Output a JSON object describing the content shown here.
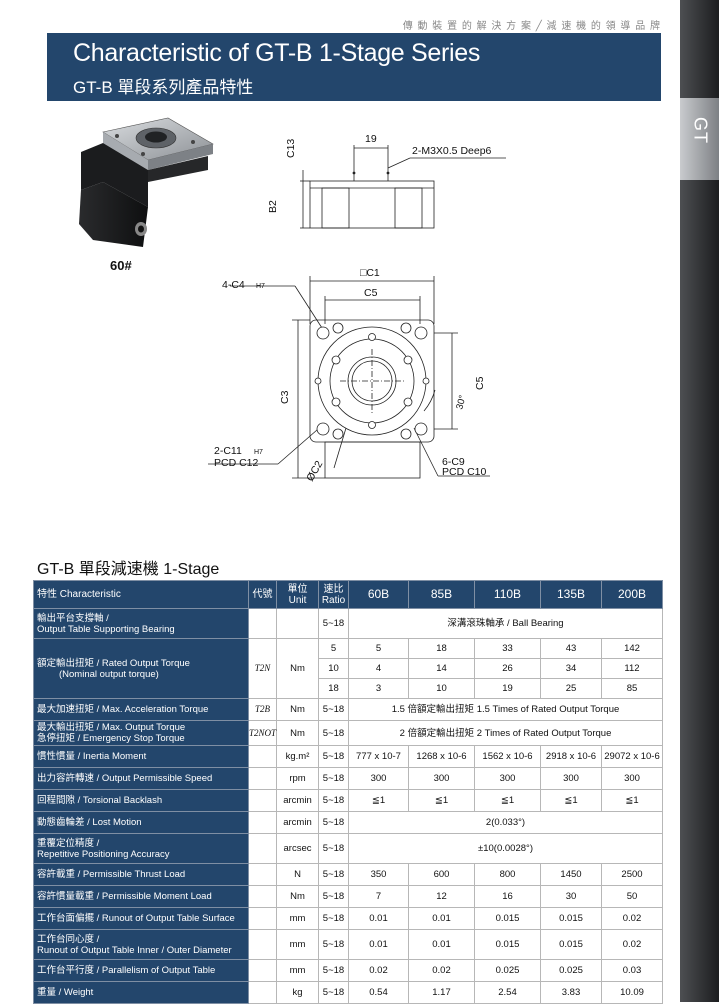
{
  "tagline": "傳 動 裝 置 的 解 決 方 案 ╱ 減 速 機 的 領 導 品 牌",
  "banner": {
    "title_en": "Characteristic of GT-B 1-Stage Series",
    "title_zh": "GT-B 單段系列產品特性"
  },
  "side_tab": "GT",
  "product_label": "60#",
  "drawing": {
    "dim_c13": "C13",
    "dim_19": "19",
    "thread": "2-M3X0.5 Deep6",
    "dim_b2": "B2",
    "c1": "□C1",
    "c4": "4-C4",
    "c4_tol": "H7",
    "c5_top": "C5",
    "c5_side": "C5",
    "c3": "C3",
    "angle": "30°",
    "c11": "2-C11",
    "c11_tol": "H7",
    "pcd_c12": "PCD C12",
    "c2": "ØC2",
    "c9": "6-C9",
    "pcd_c10": "PCD C10"
  },
  "section_title": "GT-B 單段減速機 1-Stage",
  "table": {
    "header": {
      "characteristic": "特性 Characteristic",
      "code": "代號",
      "unit_zh": "單位",
      "unit_en": "Unit",
      "ratio_zh": "速比",
      "ratio_en": "Ratio",
      "models": [
        "60B",
        "85B",
        "110B",
        "135B",
        "200B"
      ]
    },
    "rows": {
      "bearing": {
        "label1": "輸出平台支撐軸 /",
        "label2": "Output Table Supporting Bearing",
        "ratio": "5~18",
        "value": "深溝滾珠軸承 / Ball Bearing"
      },
      "torque": {
        "label1": "額定輸出扭矩 / Rated Output Torque",
        "label2": "(Nominal output torque)",
        "code": "T2N",
        "unit": "Nm",
        "sub": [
          {
            "ratio": "5",
            "values": [
              "5",
              "18",
              "33",
              "43",
              "142"
            ]
          },
          {
            "ratio": "10",
            "values": [
              "4",
              "14",
              "26",
              "34",
              "112"
            ]
          },
          {
            "ratio": "18",
            "values": [
              "3",
              "10",
              "19",
              "25",
              "85"
            ]
          }
        ]
      },
      "accel": {
        "label": "最大加速扭矩 / Max. Acceleration Torque",
        "code": "T2B",
        "unit": "Nm",
        "ratio": "5~18",
        "value": "1.5 倍額定輸出扭矩  1.5 Times of Rated Output Torque"
      },
      "emerg": {
        "label1": "最大輸出扭矩 / Max. Output Torque",
        "label2": "急停扭矩 / Emergency Stop Torque",
        "code": "T2NOT",
        "unit": "Nm",
        "ratio": "5~18",
        "value": "2 倍額定輸出扭矩  2 Times of Rated Output Torque"
      },
      "inertia": {
        "label": "慣性慣量 / Inertia Moment",
        "unit": "kg.m²",
        "ratio": "5~18",
        "values": [
          "777 x 10-7",
          "1268 x 10-6",
          "1562 x 10-6",
          "2918 x 10-6",
          "29072 x 10-6"
        ]
      },
      "speed": {
        "label": "出力容許轉速 / Output Permissible Speed",
        "unit": "rpm",
        "ratio": "5~18",
        "values": [
          "300",
          "300",
          "300",
          "300",
          "300"
        ]
      },
      "backlash": {
        "label": "回程間隙 / Torsional Backlash",
        "unit": "arcmin",
        "ratio": "5~18",
        "values": [
          "≦1",
          "≦1",
          "≦1",
          "≦1",
          "≦1"
        ]
      },
      "lostmotion": {
        "label": "動態齒輪差 / Lost Motion",
        "unit": "arcmin",
        "ratio": "5~18",
        "value": "2(0.033°)"
      },
      "repeat": {
        "label1": "重覆定位精度 /",
        "label2": "Repetitive Positioning Accuracy",
        "unit": "arcsec",
        "ratio": "5~18",
        "value": "±10(0.0028°)"
      },
      "thrust": {
        "label": "容許載重 / Permissible Thrust Load",
        "unit": "N",
        "ratio": "5~18",
        "values": [
          "350",
          "600",
          "800",
          "1450",
          "2500"
        ]
      },
      "moment": {
        "label": "容許慣量載重 / Permissible Moment Load",
        "unit": "Nm",
        "ratio": "5~18",
        "values": [
          "7",
          "12",
          "16",
          "30",
          "50"
        ]
      },
      "runout": {
        "label": "工作台面偏擺 / Runout of Output Table Surface",
        "unit": "mm",
        "ratio": "5~18",
        "values": [
          "0.01",
          "0.01",
          "0.015",
          "0.015",
          "0.02"
        ]
      },
      "runout_dia": {
        "label1": "工作台同心度 /",
        "label2": "Runout of Output Table Inner / Outer Diameter",
        "unit": "mm",
        "ratio": "5~18",
        "values": [
          "0.01",
          "0.01",
          "0.015",
          "0.015",
          "0.02"
        ]
      },
      "parallel": {
        "label": "工作台平行度 / Parallelism of Output Table",
        "unit": "mm",
        "ratio": "5~18",
        "values": [
          "0.02",
          "0.02",
          "0.025",
          "0.025",
          "0.03"
        ]
      },
      "weight": {
        "label": "重量 / Weight",
        "unit": "kg",
        "ratio": "5~18",
        "values": [
          "0.54",
          "1.17",
          "2.54",
          "3.83",
          "10.09"
        ]
      }
    }
  }
}
